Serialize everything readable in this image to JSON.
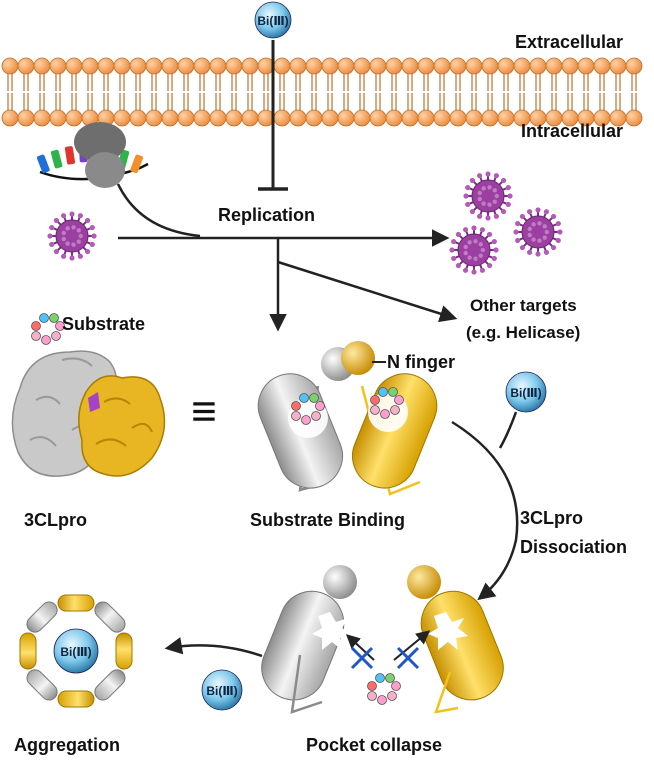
{
  "membrane": {
    "extracellular_label": "Extracellular",
    "intracellular_label": "Intracellular"
  },
  "ion_label": "Bi(Ⅲ)",
  "pathway": {
    "replication_label": "Replication",
    "other_targets_line1": "Other targets",
    "other_targets_line2": "(e.g. Helicase)"
  },
  "legend": {
    "substrate_label": "Substrate"
  },
  "protein": {
    "name_label": "3CLpro",
    "equivalence_symbol": "≡",
    "n_finger_label": "N finger",
    "substrate_binding_label": "Substrate Binding"
  },
  "mechanism": {
    "dissociation_line1": "3CLpro",
    "dissociation_line2": "Dissociation",
    "pocket_collapse_label": "Pocket collapse",
    "aggregation_label": "Aggregation"
  },
  "colors": {
    "membrane_orange": "#f0a05a",
    "protomer_gray": "#c8c8c8",
    "protomer_gold": "#f2c21a",
    "virus_purple": "#9b3fa0",
    "ion_blue": "#7ec8ec"
  }
}
